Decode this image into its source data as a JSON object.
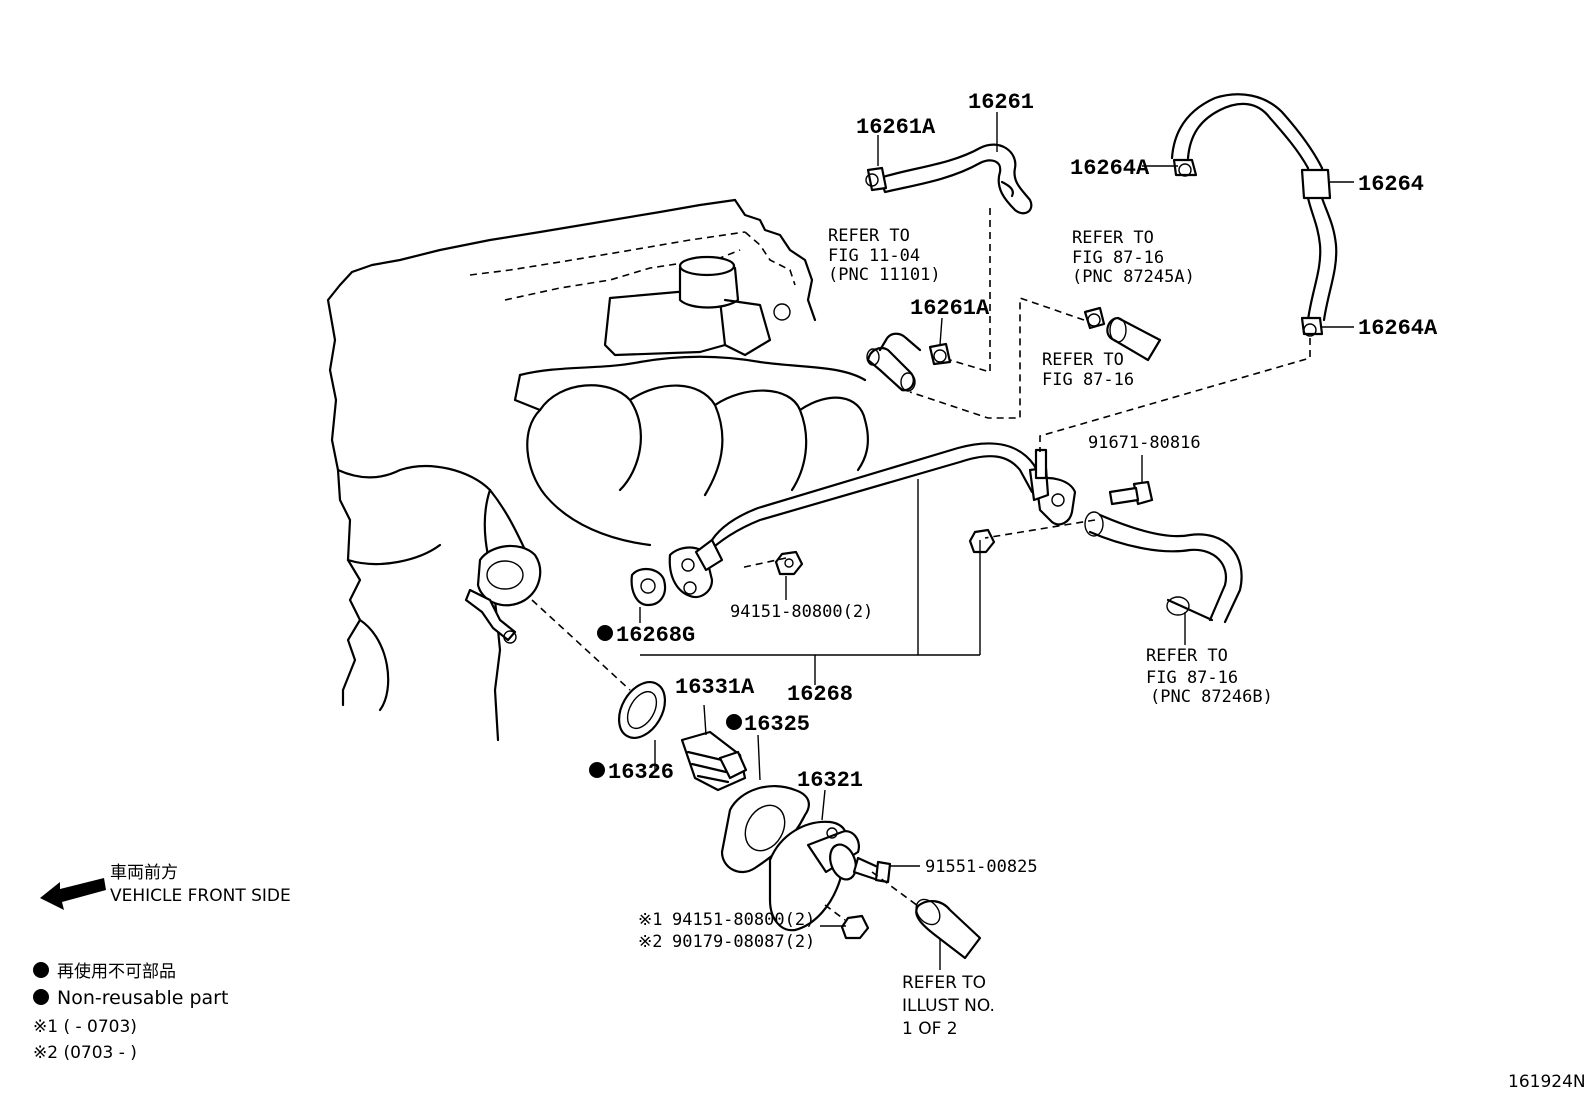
{
  "parts": {
    "p16261": "16261",
    "p16261A_top": "16261A",
    "p16261A_mid": "16261A",
    "p16264": "16264",
    "p16264A_top": "16264A",
    "p16264A_bot": "16264A",
    "p91671": "91671-80816",
    "p94151_flange": "94151-80800(2)",
    "p16268G": "16268G",
    "p16268": "16268",
    "p16331A": "16331A",
    "p16325": "16325",
    "p16326": "16326",
    "p16321": "16321",
    "p91551": "91551-00825",
    "p94151_bottom": "94151-80800(2)",
    "p90179": "90179-08087(2)",
    "mark1": "※1",
    "mark2": "※2"
  },
  "refs": {
    "fig1104": [
      "REFER TO",
      "FIG 11-04",
      "(PNC 11101)"
    ],
    "fig8716_a": [
      "REFER TO",
      "FIG 87-16",
      "(PNC 87245A)"
    ],
    "fig8716_b": [
      "REFER TO",
      "FIG 87-16"
    ],
    "fig8716_c": [
      "REFER TO",
      "FIG 87-16",
      "(PNC 87246B)"
    ],
    "illust": [
      "REFER TO",
      "ILLUST NO.",
      "1 OF 2"
    ]
  },
  "front": {
    "jp": "車両前方",
    "en": "VEHICLE FRONT SIDE"
  },
  "legend": {
    "nonreusable_jp": "再使用不可部品",
    "nonreusable_en": "Non-reusable part",
    "note1": "※1 (       - 0703)",
    "note2": "※2 (0703 -       )"
  },
  "figure_id": "161924N"
}
